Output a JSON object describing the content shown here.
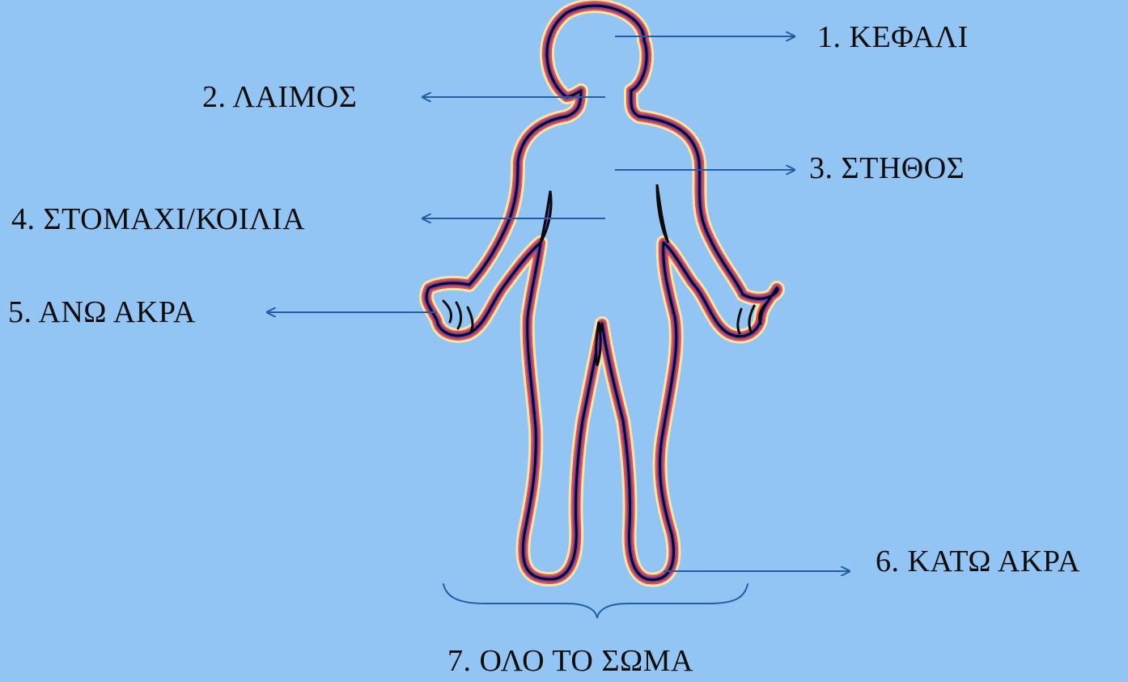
{
  "diagram": {
    "labels": {
      "head": "1. ΚΕΦΑΛΙ",
      "neck": "2. ΛΑΙΜΟΣ",
      "chest": "3. ΣΤΗΘΟΣ",
      "stomach": "4. ΣΤΟΜΑΧΙ/ΚΟΙΛΙΑ",
      "upper_limbs": "5. ΑΝΩ ΑΚΡΑ",
      "lower_limbs": "6. ΚΑΤΩ ΑΚΡΑ",
      "whole_body": "7. ΟΛΟ ΤΟ ΣΩΜΑ"
    },
    "colors": {
      "background": "#92c5f4",
      "arrow": "#1f5fa5",
      "outline": "#0a0a0a",
      "glow_inner": "#6a3fc6",
      "glow_mid": "#e8503a",
      "glow_outer": "#ffe9a8"
    }
  }
}
